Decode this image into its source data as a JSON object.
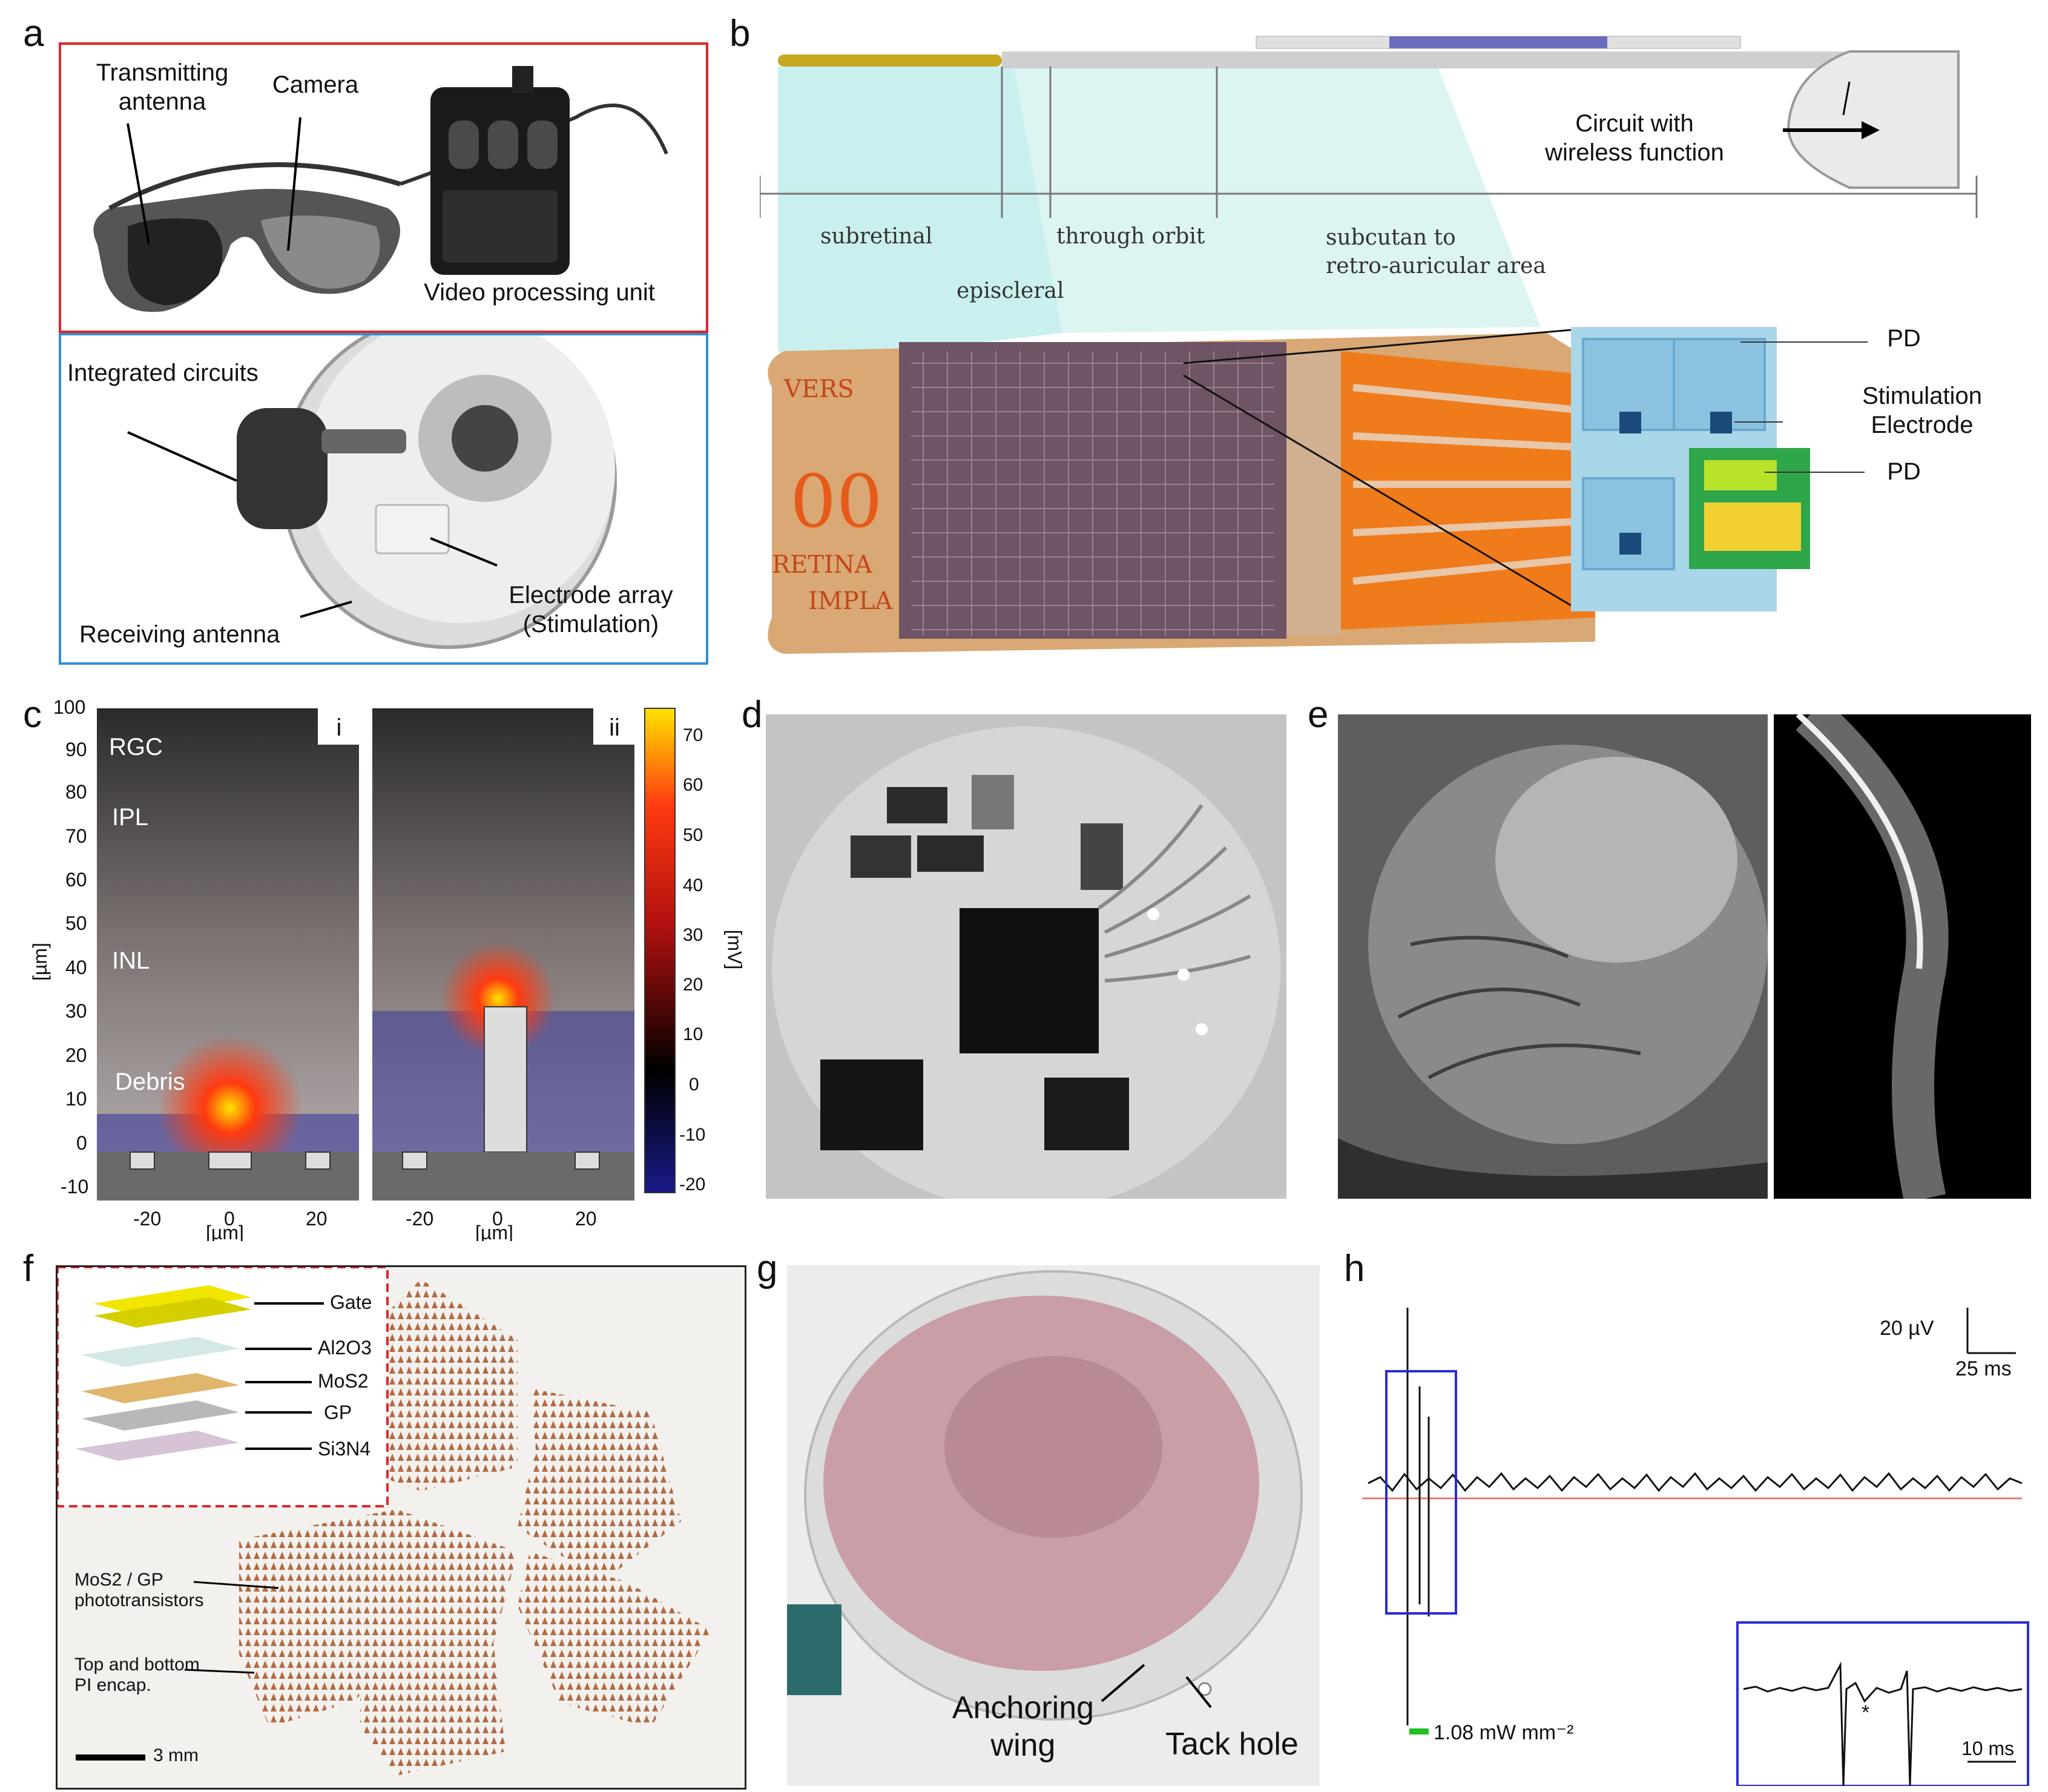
{
  "panels": {
    "a": {
      "label": "a",
      "top_labels": {
        "transmitting": "Transmitting\nantenna",
        "camera": "Camera",
        "vpu": "Video processing unit"
      },
      "bottom_labels": {
        "ic": "Integrated circuits",
        "receiving": "Receiving antenna",
        "electrode": "Electrode array\n(Stimulation)"
      },
      "colors": {
        "top_border": "#e0252b",
        "bottom_border": "#2f8fd6"
      }
    },
    "b": {
      "label": "b",
      "segments": [
        "subretinal",
        "through orbit",
        "subcutan to\nretro-auricular area"
      ],
      "episcleral": "episcleral",
      "circuit": "Circuit with\nwireless function",
      "pd1": "PD",
      "stim": "Stimulation\nElectrode",
      "pd2": "PD",
      "chip_text": [
        "VERS",
        "00",
        "RETINA",
        "IMPLA"
      ]
    },
    "c": {
      "label": "c",
      "sub_i": "i",
      "sub_ii": "ii",
      "layers": [
        "RGC",
        "IPL",
        "INL",
        "Debris"
      ],
      "y_ticks": [
        "100",
        "90",
        "80",
        "70",
        "60",
        "50",
        "40",
        "30",
        "20",
        "10",
        "0",
        "-10"
      ],
      "x_ticks": [
        "-20",
        "0",
        "20"
      ],
      "y_label": "[µm]",
      "x_label": "[µm]",
      "cbar_ticks": [
        "70",
        "60",
        "50",
        "40",
        "30",
        "20",
        "10",
        "0",
        "-10",
        "-20"
      ],
      "cbar_label": "[mV]"
    },
    "d": {
      "label": "d"
    },
    "e": {
      "label": "e"
    },
    "f": {
      "label": "f",
      "layers": [
        "Gate",
        "Al2O3",
        "MoS2",
        "GP",
        "Si3N4"
      ],
      "photo": "MoS2 / GP\nphototransistors",
      "encap": "Top and bottom\nPI encap.",
      "scale": "3 mm"
    },
    "g": {
      "label": "g",
      "anchoring": "Anchoring\nwing",
      "tack": "Tack hole"
    },
    "h": {
      "label": "h",
      "scale_v": "20 µV",
      "scale_t": "25 ms",
      "intensity": "1.08 mW mm⁻²",
      "inset_scale": "10 ms",
      "asterisk": "*"
    }
  },
  "chart_data": {
    "type": "heatmap",
    "y_range": [
      -10,
      100
    ],
    "x_ticks": [
      -20,
      0,
      20
    ],
    "colorbar_range": [
      -20,
      70
    ],
    "colorbar_label": "[mV]"
  }
}
